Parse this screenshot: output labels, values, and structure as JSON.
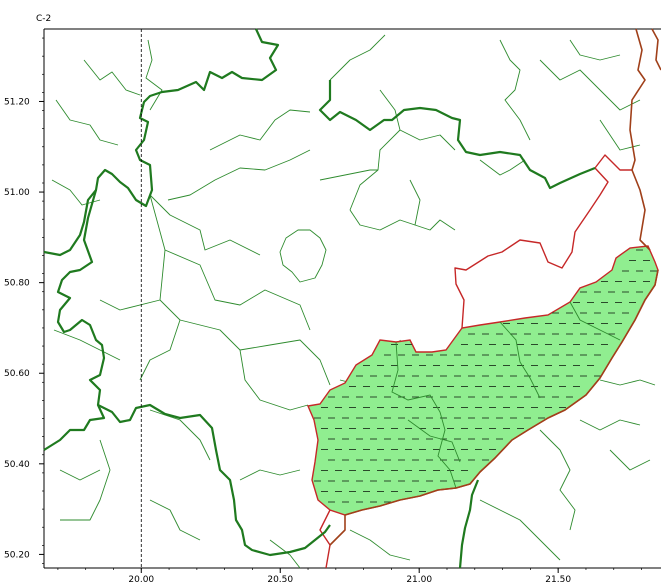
{
  "map": {
    "title": "C-2",
    "colors": {
      "major_border": "#1f7a1f",
      "minor_border": "#2e8b2e",
      "red_border": "#d42020",
      "brown_border": "#a0401a",
      "fill_region": "#90ee90",
      "hatch": "#2a4a2a",
      "axis": "#000000"
    },
    "x_axis": {
      "ticks": [
        {
          "label": "20.00",
          "value": 20.0
        },
        {
          "label": "20.50",
          "value": 20.5
        },
        {
          "label": "21.00",
          "value": 21.0
        },
        {
          "label": "21.50",
          "value": 21.5
        }
      ],
      "range": [
        19.65,
        21.87
      ]
    },
    "y_axis": {
      "ticks": [
        {
          "label": "51.20",
          "value": 51.2
        },
        {
          "label": "51.00",
          "value": 51.0
        },
        {
          "label": "50.80",
          "value": 50.8
        },
        {
          "label": "50.60",
          "value": 50.6
        },
        {
          "label": "50.40",
          "value": 50.4
        },
        {
          "label": "50.20",
          "value": 50.2
        }
      ],
      "range": [
        50.17,
        51.36
      ]
    },
    "reference_meridian": 20.0
  }
}
